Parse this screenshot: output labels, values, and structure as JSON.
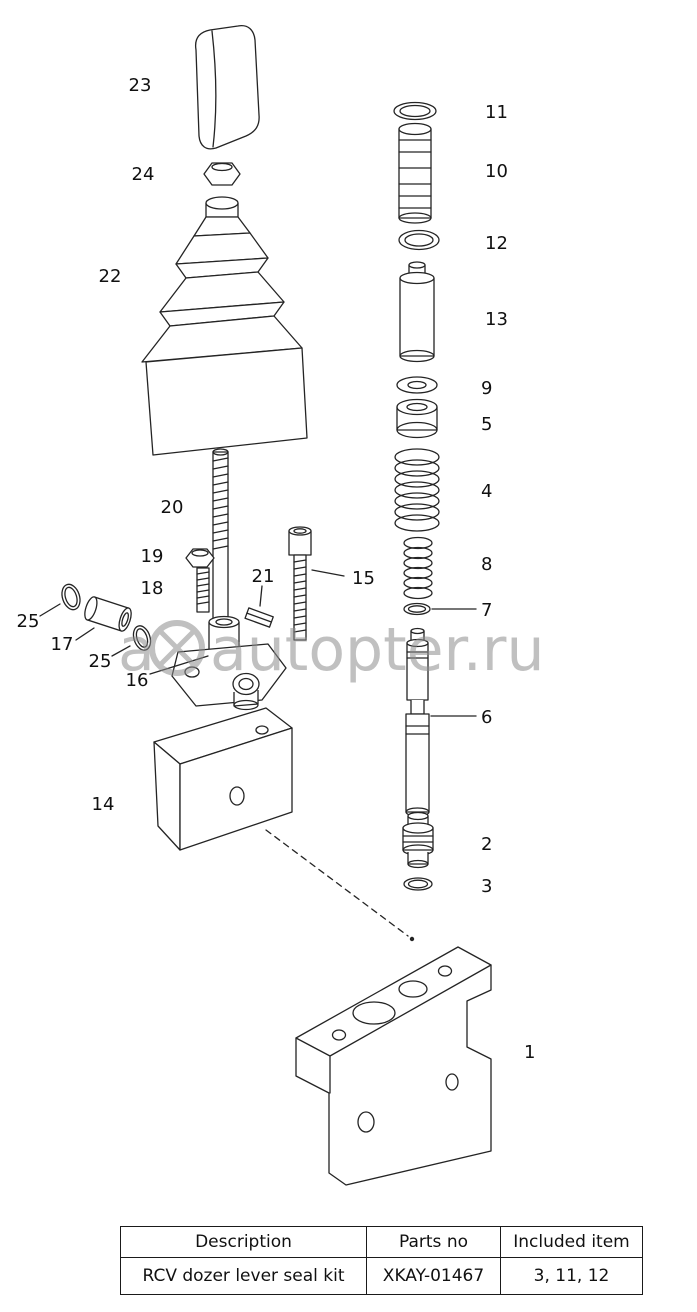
{
  "watermark": {
    "prefix": "a",
    "text": "autopter.ru"
  },
  "diagram": {
    "labels": {
      "p23": "23",
      "p24": "24",
      "p22": "22",
      "p20": "20",
      "p19": "19",
      "p18": "18",
      "p25a": "25",
      "p17": "17",
      "p25b": "25",
      "p16": "16",
      "p21": "21",
      "p15": "15",
      "p14": "14",
      "p11": "11",
      "p10": "10",
      "p12": "12",
      "p13": "13",
      "p9": "9",
      "p5": "5",
      "p4": "4",
      "p8": "8",
      "p7": "7",
      "p6": "6",
      "p2": "2",
      "p3": "3",
      "p1": "1"
    }
  },
  "table": {
    "headers": [
      "Description",
      "Parts no",
      "Included item"
    ],
    "row": [
      "RCV dozer lever seal kit",
      "XKAY-01467",
      "3, 11, 12"
    ]
  }
}
